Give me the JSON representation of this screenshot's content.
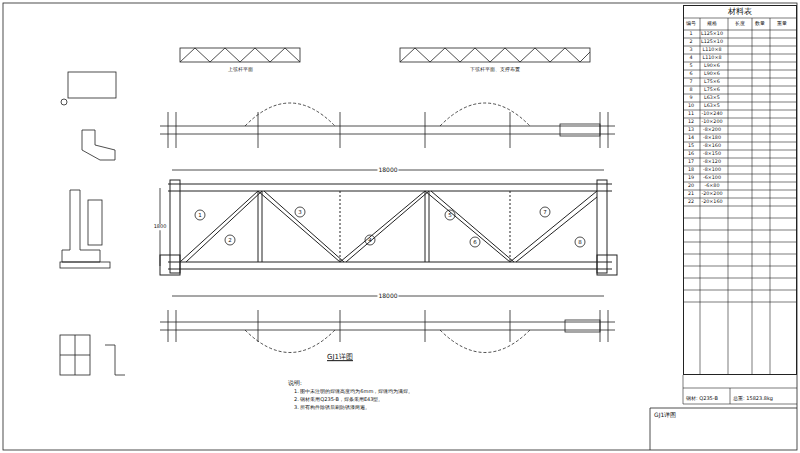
{
  "diagram": {
    "nodes": [
      {
        "text": [
          "材料表"
        ]
      },
      {
        "text": [
          "GJ1详图"
        ]
      }
    ],
    "labels": [
      "GJ1详图",
      "说明:",
      "1. 图中未注明的焊缝高度均为6mm，焊缝均为满焊。",
      "2. 钢材采用Q235-B，焊条采用E43型。",
      "3. 所有构件除锈后刷防锈漆两遍。",
      "上弦杆平面",
      "下弦杆平面、支撑布置",
      "18000",
      "18000",
      "1800",
      "钢材: Q235-B",
      "总重: 15823.8kg",
      "编号",
      "规格",
      "长度",
      "数量",
      "重量",
      "1",
      "L125×10",
      "2",
      "L125×10",
      "3",
      "L110×8",
      "4",
      "L110×8",
      "5",
      "L90×6",
      "6",
      "L90×6",
      "7",
      "L75×6",
      "8",
      "L75×6",
      "9",
      "L63×5",
      "10",
      "L63×5",
      "11",
      "-10×240",
      "12",
      "-10×200",
      "13",
      "-8×200",
      "14",
      "-8×180",
      "15",
      "-8×160",
      "16",
      "-8×150",
      "17",
      "-8×120",
      "18",
      "-8×100",
      "19",
      "-6×100",
      "20",
      "-6×80",
      "21",
      "-20×200",
      "22",
      "-20×160",
      "1",
      "2",
      "3",
      "4",
      "5",
      "6",
      "7",
      "8"
    ]
  }
}
